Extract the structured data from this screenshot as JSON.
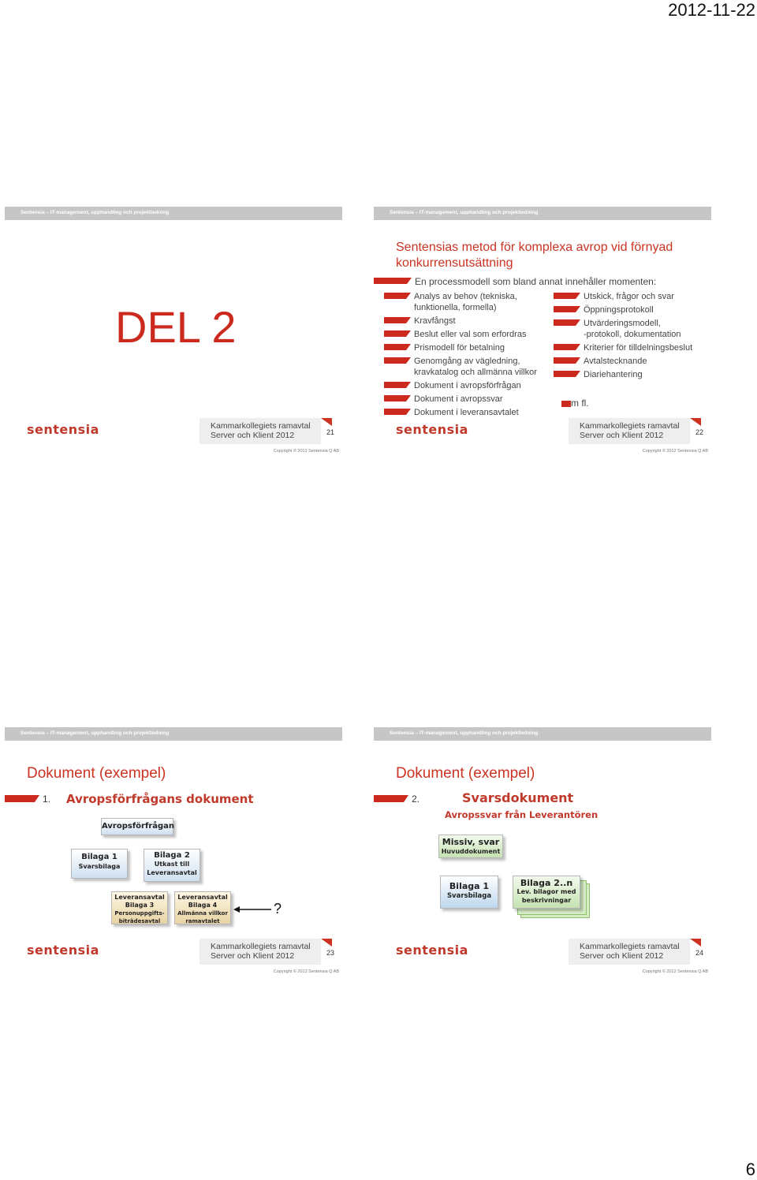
{
  "page": {
    "date": "2012-11-22",
    "page_number": "6"
  },
  "common": {
    "topbar": "Sentensia – IT-management, upphandling och projektledning",
    "logo": "sentensia",
    "footer_line1": "Kammarkollegiets ramavtal",
    "footer_line2": "Server och Klient 2012",
    "copyright": "Copyright © 2012 Sentensia Q AB"
  },
  "slide21": {
    "heading": "DEL 2",
    "number": "21"
  },
  "slide22": {
    "title": "Sentensias metod för komplexa avrop vid förnyad konkurrensutsättning",
    "intro": "En processmodell som bland annat innehåller momenten:",
    "left_items": [
      "Analys av behov (tekniska,",
      "funktionella, formella)",
      "Kravfångst",
      "Beslut eller val som erfordras",
      "Prismodell för betalning",
      "Genomgång av vägledning,",
      "kravkatalog och allmänna villkor",
      "Dokument i avropsförfrågan",
      "Dokument i avropssvar",
      "Dokument i leveransavtalet"
    ],
    "right_items": [
      "Utskick, frågor och svar",
      "Öppningsprotokoll",
      "Utvärderingsmodell,",
      "-protokoll, dokumentation",
      "Kriterier för tilldelningsbeslut",
      "Avtalstecknande",
      "Diariehantering"
    ],
    "more": "m fl.",
    "number": "22"
  },
  "slide23": {
    "title": "Dokument (exempel)",
    "item_num": "1.",
    "heading": "Avropsförfrågans dokument",
    "root": "Avropsförfrågan",
    "b1_l1": "Bilaga 1",
    "b1_l2": "Svarsbilaga",
    "b2_l1": "Bilaga 2",
    "b2_l2": "Utkast till",
    "b2_l3": "Leveransavtal",
    "b3_l1": "Leveransavtal",
    "b3_l2": "Bilaga 3",
    "b3_l3": "Personuppgifts-",
    "b3_l4": "biträdesavtal",
    "b4_l1": "Leveransavtal",
    "b4_l2": "Bilaga 4",
    "b4_l3": "Allmänna villkor",
    "b4_l4": "ramavtalet",
    "question": "?",
    "number": "23"
  },
  "slide24": {
    "title": "Dokument (exempel)",
    "item_num": "2.",
    "heading": "Svarsdokument",
    "subheading": "Avropssvar från Leverantören",
    "root_l1": "Missiv, svar",
    "root_l2": "Huvuddokument",
    "b1_l1": "Bilaga 1",
    "b1_l2": "Svarsbilaga",
    "b2_l1": "Bilaga 2..n",
    "b2_l2": "Lev. bilagor med",
    "b2_l3": "beskrivningar",
    "number": "24"
  }
}
